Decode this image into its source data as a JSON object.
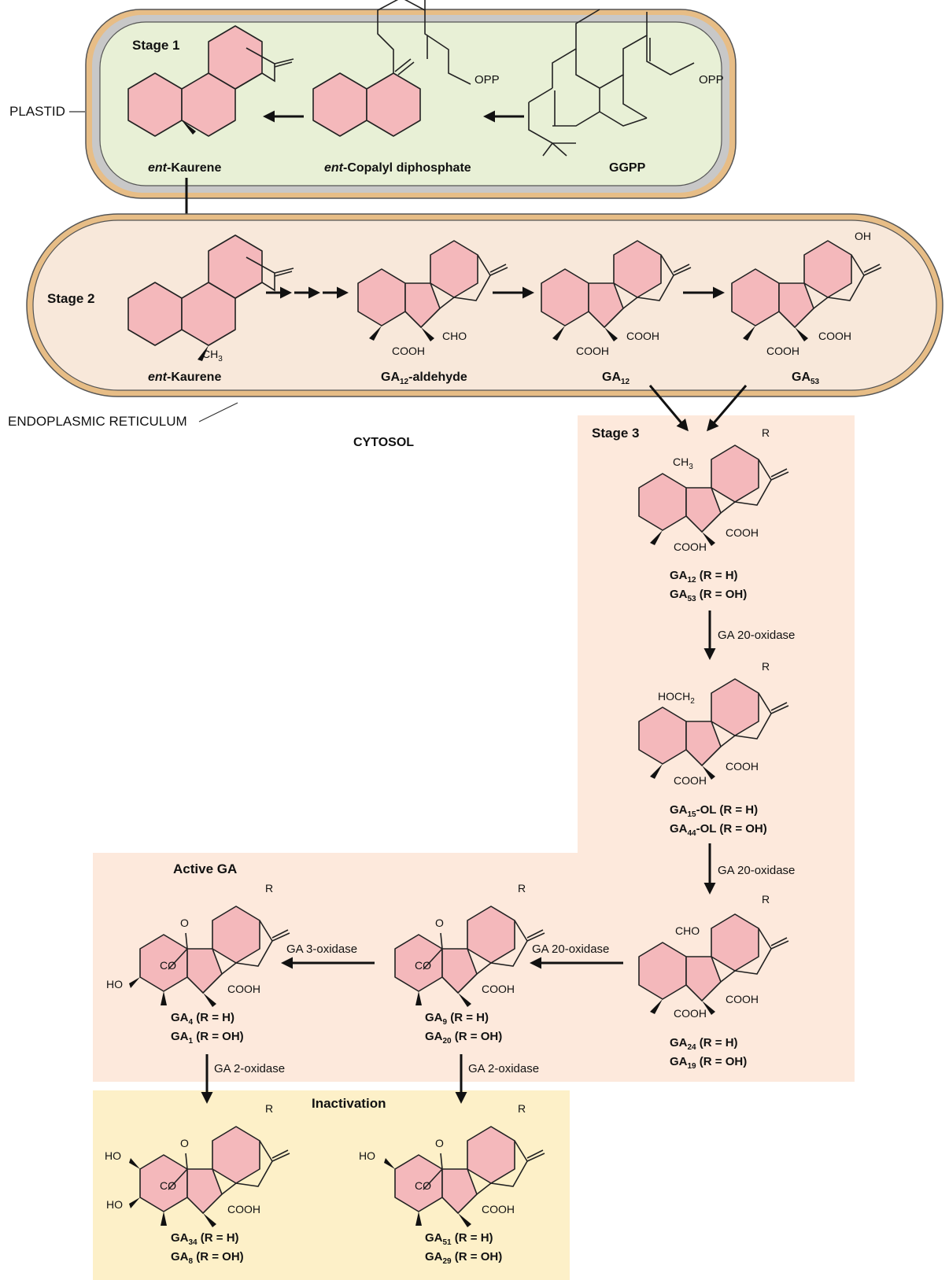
{
  "compartments": {
    "plastid": "PLASTID",
    "er": "ENDOPLASMIC RETICULUM",
    "cytosol": "CYTOSOL"
  },
  "stages": {
    "stage1": "Stage 1",
    "stage2": "Stage 2",
    "stage3": "Stage 3",
    "active": "Active GA",
    "inactivation": "Inactivation"
  },
  "stage1": {
    "kaurene_italic": "ent",
    "kaurene_rest": "-Kaurene",
    "copalyl_italic": "ent",
    "copalyl_rest": "-Copalyl diphosphate",
    "ggpp": "GGPP",
    "opp": "OPP"
  },
  "stage2": {
    "kaurene_italic": "ent",
    "kaurene_rest": "-Kaurene",
    "ch3": "CH",
    "ch3_sub": "3",
    "ga12ald_main": "GA",
    "ga12ald_sub": "12",
    "ga12ald_rest": "-aldehyde",
    "ga12_main": "GA",
    "ga12_sub": "12",
    "ga53_main": "GA",
    "ga53_sub": "53",
    "cho": "CHO",
    "cooh": "COOH",
    "oh": "OH"
  },
  "stage3": {
    "ga12_line": [
      "GA",
      "12",
      " (R = H)"
    ],
    "ga53_line": [
      "GA",
      "53",
      " (R = OH)"
    ],
    "ga15_line": [
      "GA",
      "15",
      "-OL (R = H)"
    ],
    "ga44_line": [
      "GA",
      "44",
      "-OL (R = OH)"
    ],
    "ga24_line": [
      "GA",
      "24",
      " (R = H)"
    ],
    "ga19_line": [
      "GA",
      "19",
      " (R = OH)"
    ],
    "ga9_line": [
      "GA",
      "9",
      " (R = H)"
    ],
    "ga20_line": [
      "GA",
      "20",
      " (R = OH)"
    ],
    "ga4_line": [
      "GA",
      "4",
      " (R = H)"
    ],
    "ga1_line": [
      "GA",
      "1",
      " (R = OH)"
    ],
    "ga34_line": [
      "GA",
      "34",
      " (R = H)"
    ],
    "ga8_line": [
      "GA",
      "8",
      " (R = OH)"
    ],
    "ga51_line": [
      "GA",
      "51",
      " (R = H)"
    ],
    "ga29_line": [
      "GA",
      "29",
      " (R = OH)"
    ],
    "ch3": "CH",
    "ch3_sub": "3",
    "hoch2": "HOCH",
    "hoch2_sub": "2",
    "cho": "CHO",
    "cooh": "COOH",
    "r": "R",
    "o": "O",
    "co": "CO",
    "ho": "HO"
  },
  "enzymes": {
    "ga20_a": "GA 20-oxidase",
    "ga20_b": "GA 20-oxidase",
    "ga20_c": "GA 20-oxidase",
    "ga3": "GA 3-oxidase",
    "ga2_a": "GA 2-oxidase",
    "ga2_b": "GA 2-oxidase"
  },
  "colors": {
    "plastid_fill": "#e8f0d6",
    "plastid_outer": "#e7bd86",
    "plastid_gap": "#c8c8c8",
    "er_fill": "#f8e8da",
    "er_border": "#e7bd86",
    "stage3_fill": "#fde9dc",
    "inactivation_fill": "#fdf0c8",
    "molecule_fill": "#f4b8bb"
  }
}
